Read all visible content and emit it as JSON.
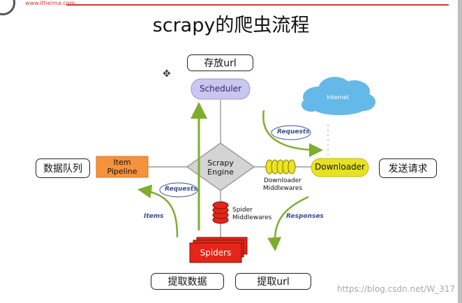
{
  "header": {
    "logo_url": "www.itheima.com"
  },
  "title": "scrapy的爬虫流程",
  "components": {
    "scheduler": "Scheduler",
    "internet": "Internet",
    "engine_line1": "Scrapy",
    "engine_line2": "Engine",
    "pipeline_line1": "Item",
    "pipeline_line2": "Pipeline",
    "downloader": "Downloader",
    "downloader_mw_line1": "Downloader",
    "downloader_mw_line2": "Middlewares",
    "spider_mw_line1": "Spider",
    "spider_mw_line2": "Middlewares",
    "spiders": "Spiders"
  },
  "flows": {
    "requests_top": "Requests",
    "requests_mid": "Requests",
    "items": "Items",
    "responses": "Responses"
  },
  "annotations": {
    "store_url": "存放url",
    "data_queue": "数据队列",
    "send_request": "发送请求",
    "extract_data": "提取数据",
    "extract_url": "提取url"
  },
  "watermark": "https://blog.csdn.net/W_317",
  "colors": {
    "scheduler": "#c9c6f0",
    "pipeline": "#f5923c",
    "downloader": "#e6e21f",
    "spiders": "#e32619",
    "engine": "#d4d4d4",
    "internet": "#65b9e8",
    "arrow": "#7dae2c",
    "accent": "#c93b32"
  }
}
